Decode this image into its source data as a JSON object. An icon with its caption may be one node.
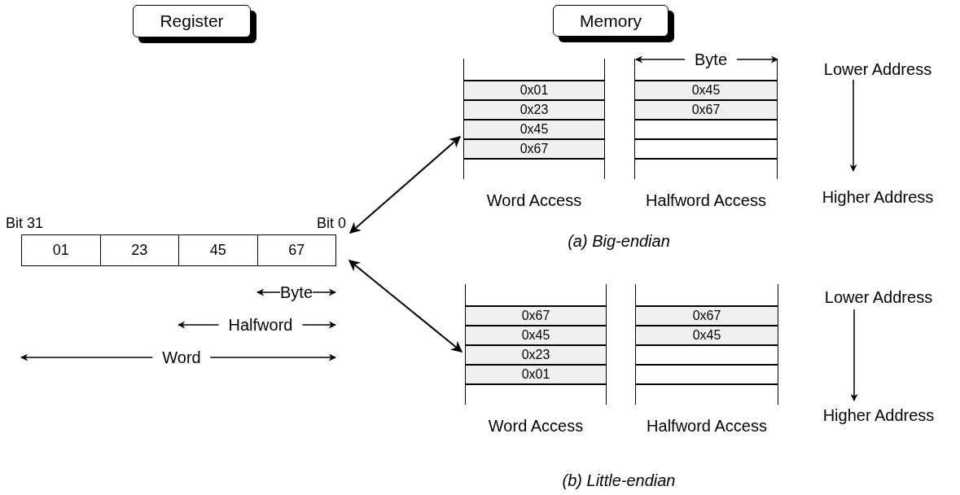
{
  "diagram": {
    "nodes": [
      {
        "text": [
          "Register"
        ]
      },
      {
        "text": [
          "Memory"
        ]
      },
      {
        "text": [
          "Bit 31",
          "Bit 0"
        ]
      },
      {
        "text": [
          "01"
        ],
        "in": 2
      },
      {
        "text": [
          "23"
        ],
        "in": 2
      },
      {
        "text": [
          "45"
        ],
        "in": 2
      },
      {
        "text": [
          "67"
        ],
        "in": 2
      },
      {
        "text": [
          "Word Access"
        ]
      },
      {
        "text": [
          "0x01"
        ],
        "in": 7
      },
      {
        "text": [
          "0x23"
        ],
        "in": 7
      },
      {
        "text": [
          "0x45"
        ],
        "in": 7
      },
      {
        "text": [
          "0x67"
        ],
        "in": 7
      },
      {
        "text": [
          "Halfword Access"
        ]
      },
      {
        "text": [
          "0x45"
        ],
        "in": 12
      },
      {
        "text": [
          "0x67"
        ],
        "in": 12
      },
      {
        "text": [],
        "shape": "box",
        "in": 12
      },
      {
        "text": [],
        "shape": "box",
        "in": 12
      },
      {
        "text": [
          "Word Access"
        ]
      },
      {
        "text": [
          "0x67"
        ],
        "in": 17
      },
      {
        "text": [
          "0x45"
        ],
        "in": 17
      },
      {
        "text": [
          "0x23"
        ],
        "in": 17
      },
      {
        "text": [
          "0x01"
        ],
        "in": 17
      },
      {
        "text": [
          "Halfword Access"
        ]
      },
      {
        "text": [
          "0x67"
        ],
        "in": 22
      },
      {
        "text": [
          "0x45"
        ],
        "in": 22
      },
      {
        "text": [],
        "shape": "box",
        "in": 22
      },
      {
        "text": [],
        "shape": "box",
        "in": 22
      }
    ],
    "edges": [
      {
        "from": 2,
        "to": 7,
        "arrow": "both"
      },
      {
        "from": 2,
        "to": 17,
        "arrow": "both"
      }
    ],
    "labels": [
      "Byte",
      "Lower Address",
      "Higher Address",
      "(a) Big-endian",
      "Byte",
      "Halfword",
      "Word",
      "Lower Address",
      "Higher Address",
      "(b) Little-endian"
    ]
  }
}
